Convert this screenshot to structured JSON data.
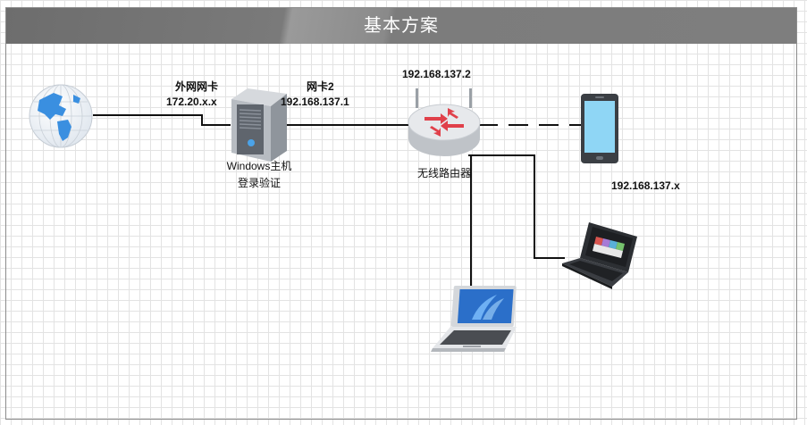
{
  "diagram": {
    "title": "基本方案",
    "labels": {
      "wan_nic_name": "外网网卡",
      "wan_nic_ip": "172.20.x.x",
      "lan_nic_name": "网卡2",
      "lan_nic_ip": "192.168.137.1",
      "router_ip": "192.168.137.2",
      "server_line1": "Windows主机",
      "server_line2": "登录验证",
      "router_name": "无线路由器",
      "client_ip": "192.168.137.x"
    },
    "colors": {
      "title_bg": "#777777",
      "line": "#111111",
      "router_arrows": "#e0404a",
      "phone_screen": "#8fd6f5",
      "globe": "#3a8fe0"
    },
    "icons": {
      "globe": "globe-icon",
      "server": "server-icon",
      "router": "wireless-router-icon",
      "phone": "smartphone-icon",
      "laptop1": "laptop-icon",
      "laptop2": "laptop-icon"
    }
  }
}
